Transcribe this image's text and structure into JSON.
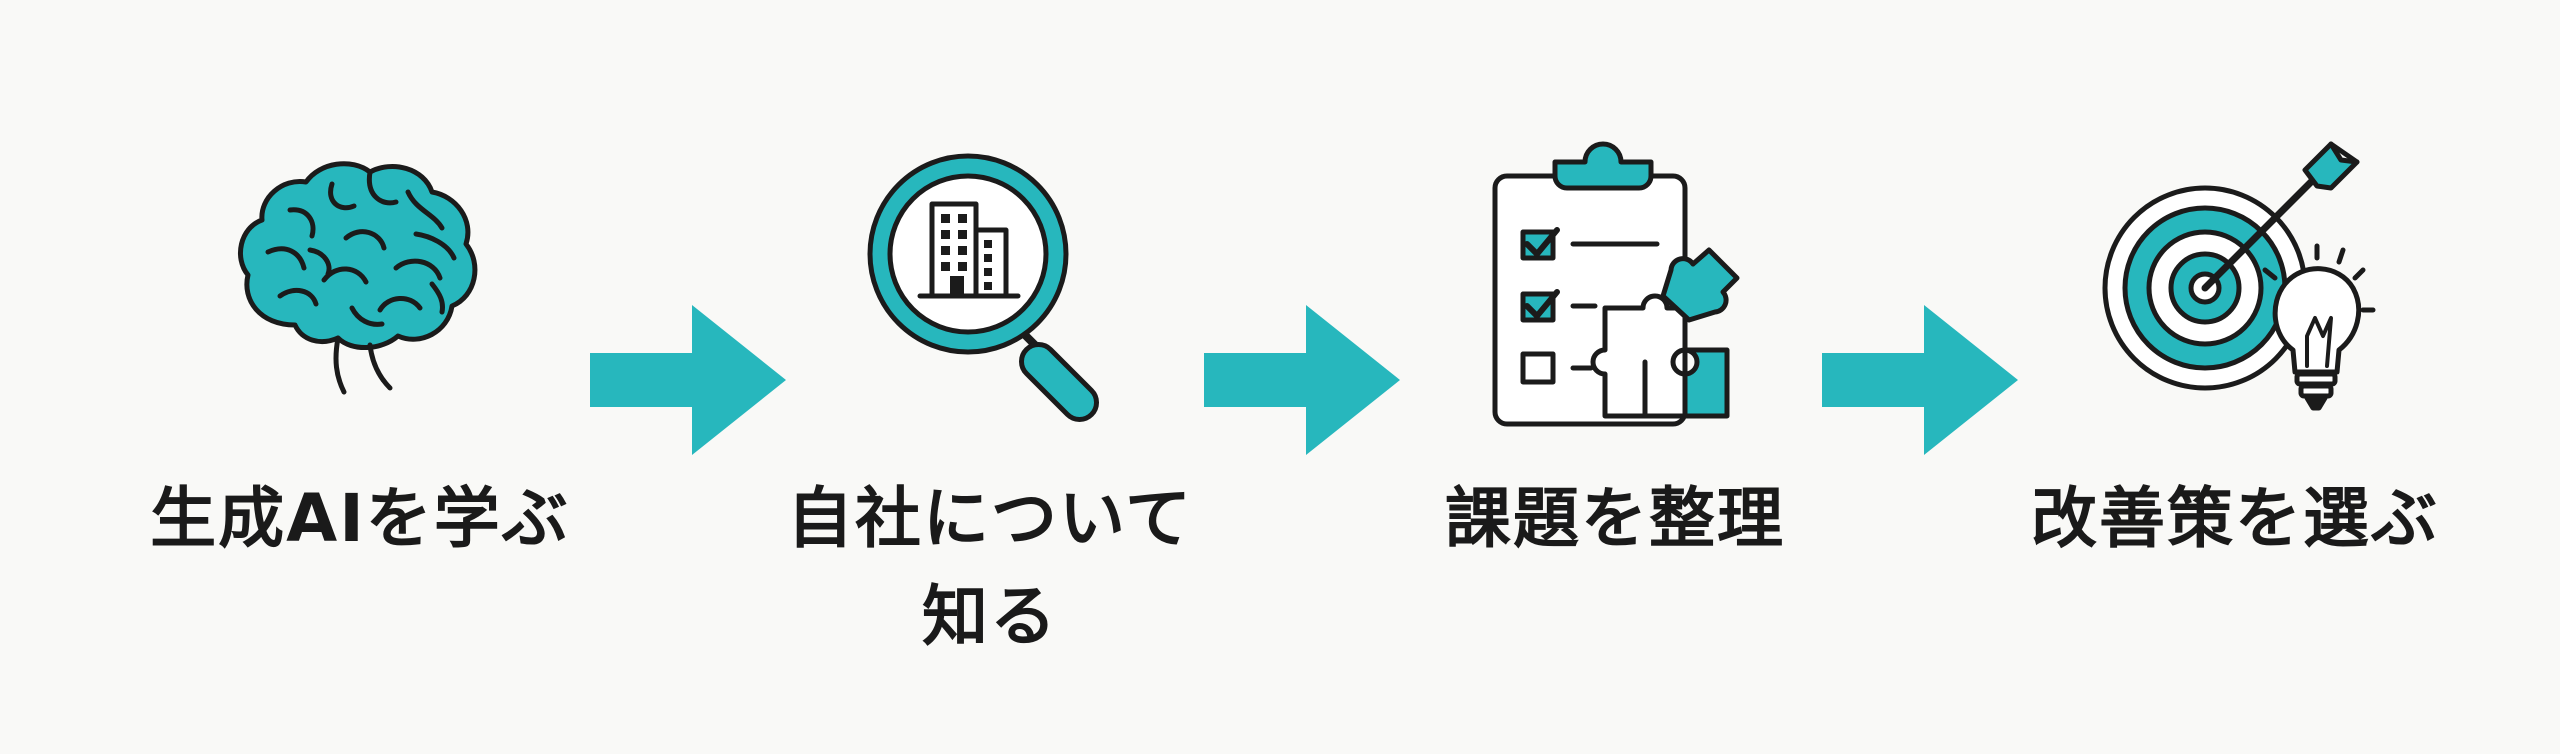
{
  "colors": {
    "accent": "#27b7bd",
    "outline": "#1b1b1b",
    "background": "#f9f9f7"
  },
  "steps": [
    {
      "icon": "brain-icon",
      "label": "生成AIを学ぶ"
    },
    {
      "icon": "magnifier-building-icon",
      "label": "自社について\n知る"
    },
    {
      "icon": "clipboard-puzzle-icon",
      "label": "課題を整理"
    },
    {
      "icon": "target-lightbulb-icon",
      "label": "改善策を選ぶ"
    }
  ]
}
